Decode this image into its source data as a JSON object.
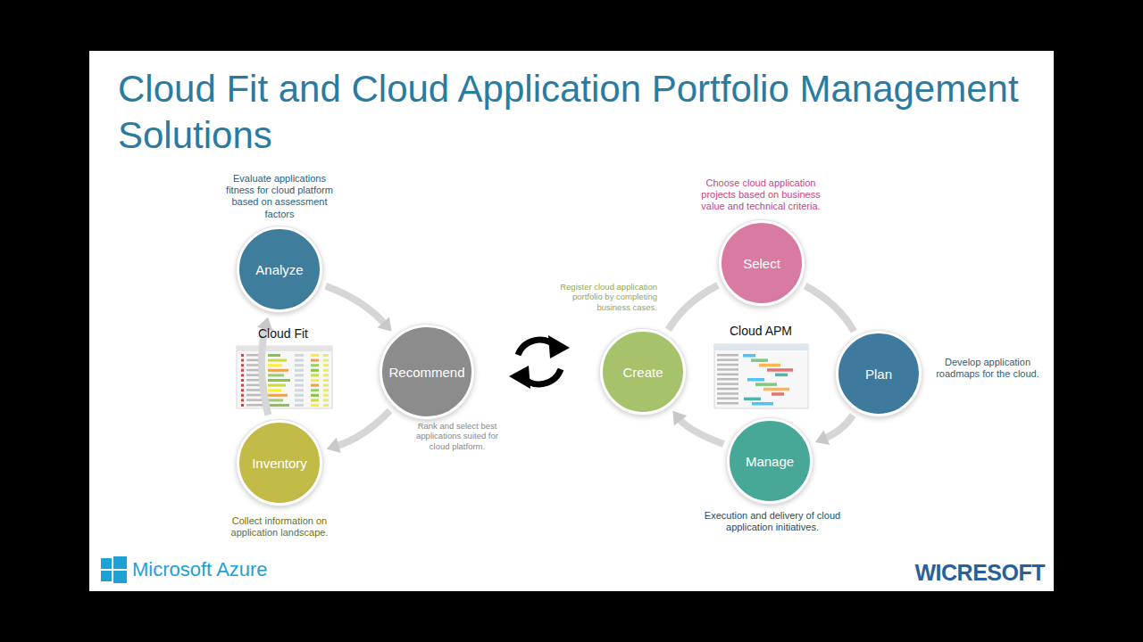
{
  "diagram": {
    "title": "Cloud Fit and Cloud Application Portfolio Management Solutions",
    "nodes": [
      {
        "text": [
          "Analyze"
        ]
      },
      {
        "text": [
          "Recommend"
        ]
      },
      {
        "text": [
          "Inventory"
        ]
      },
      {
        "text": [
          "Create"
        ]
      },
      {
        "text": [
          "Select"
        ]
      },
      {
        "text": [
          "Plan"
        ]
      },
      {
        "text": [
          "Manage"
        ]
      }
    ],
    "edges": [
      {
        "from": 0,
        "to": 1,
        "arrow": "to"
      },
      {
        "from": 1,
        "to": 2,
        "arrow": "to"
      },
      {
        "from": 2,
        "to": 0,
        "arrow": "to"
      },
      {
        "from": 3,
        "to": 4,
        "arrow": "none"
      },
      {
        "from": 4,
        "to": 5,
        "arrow": "none"
      },
      {
        "from": 5,
        "to": 6,
        "arrow": "to"
      },
      {
        "from": 6,
        "to": 3,
        "arrow": "to"
      }
    ],
    "labels": [
      "Evaluate applications fitness for cloud platform based on assessment factors",
      "Cloud Fit",
      "Rank and select best applications suited for cloud platform.",
      "Collect information on application landscape.",
      "Register cloud application portfolio by completing business cases.",
      "Choose cloud application projects based on business value and technical criteria.",
      "Cloud APM",
      "Develop application roadmaps for the cloud.",
      "Execution and delivery of cloud application initiatives.",
      "Microsoft Azure",
      "WICRESOFT"
    ]
  }
}
